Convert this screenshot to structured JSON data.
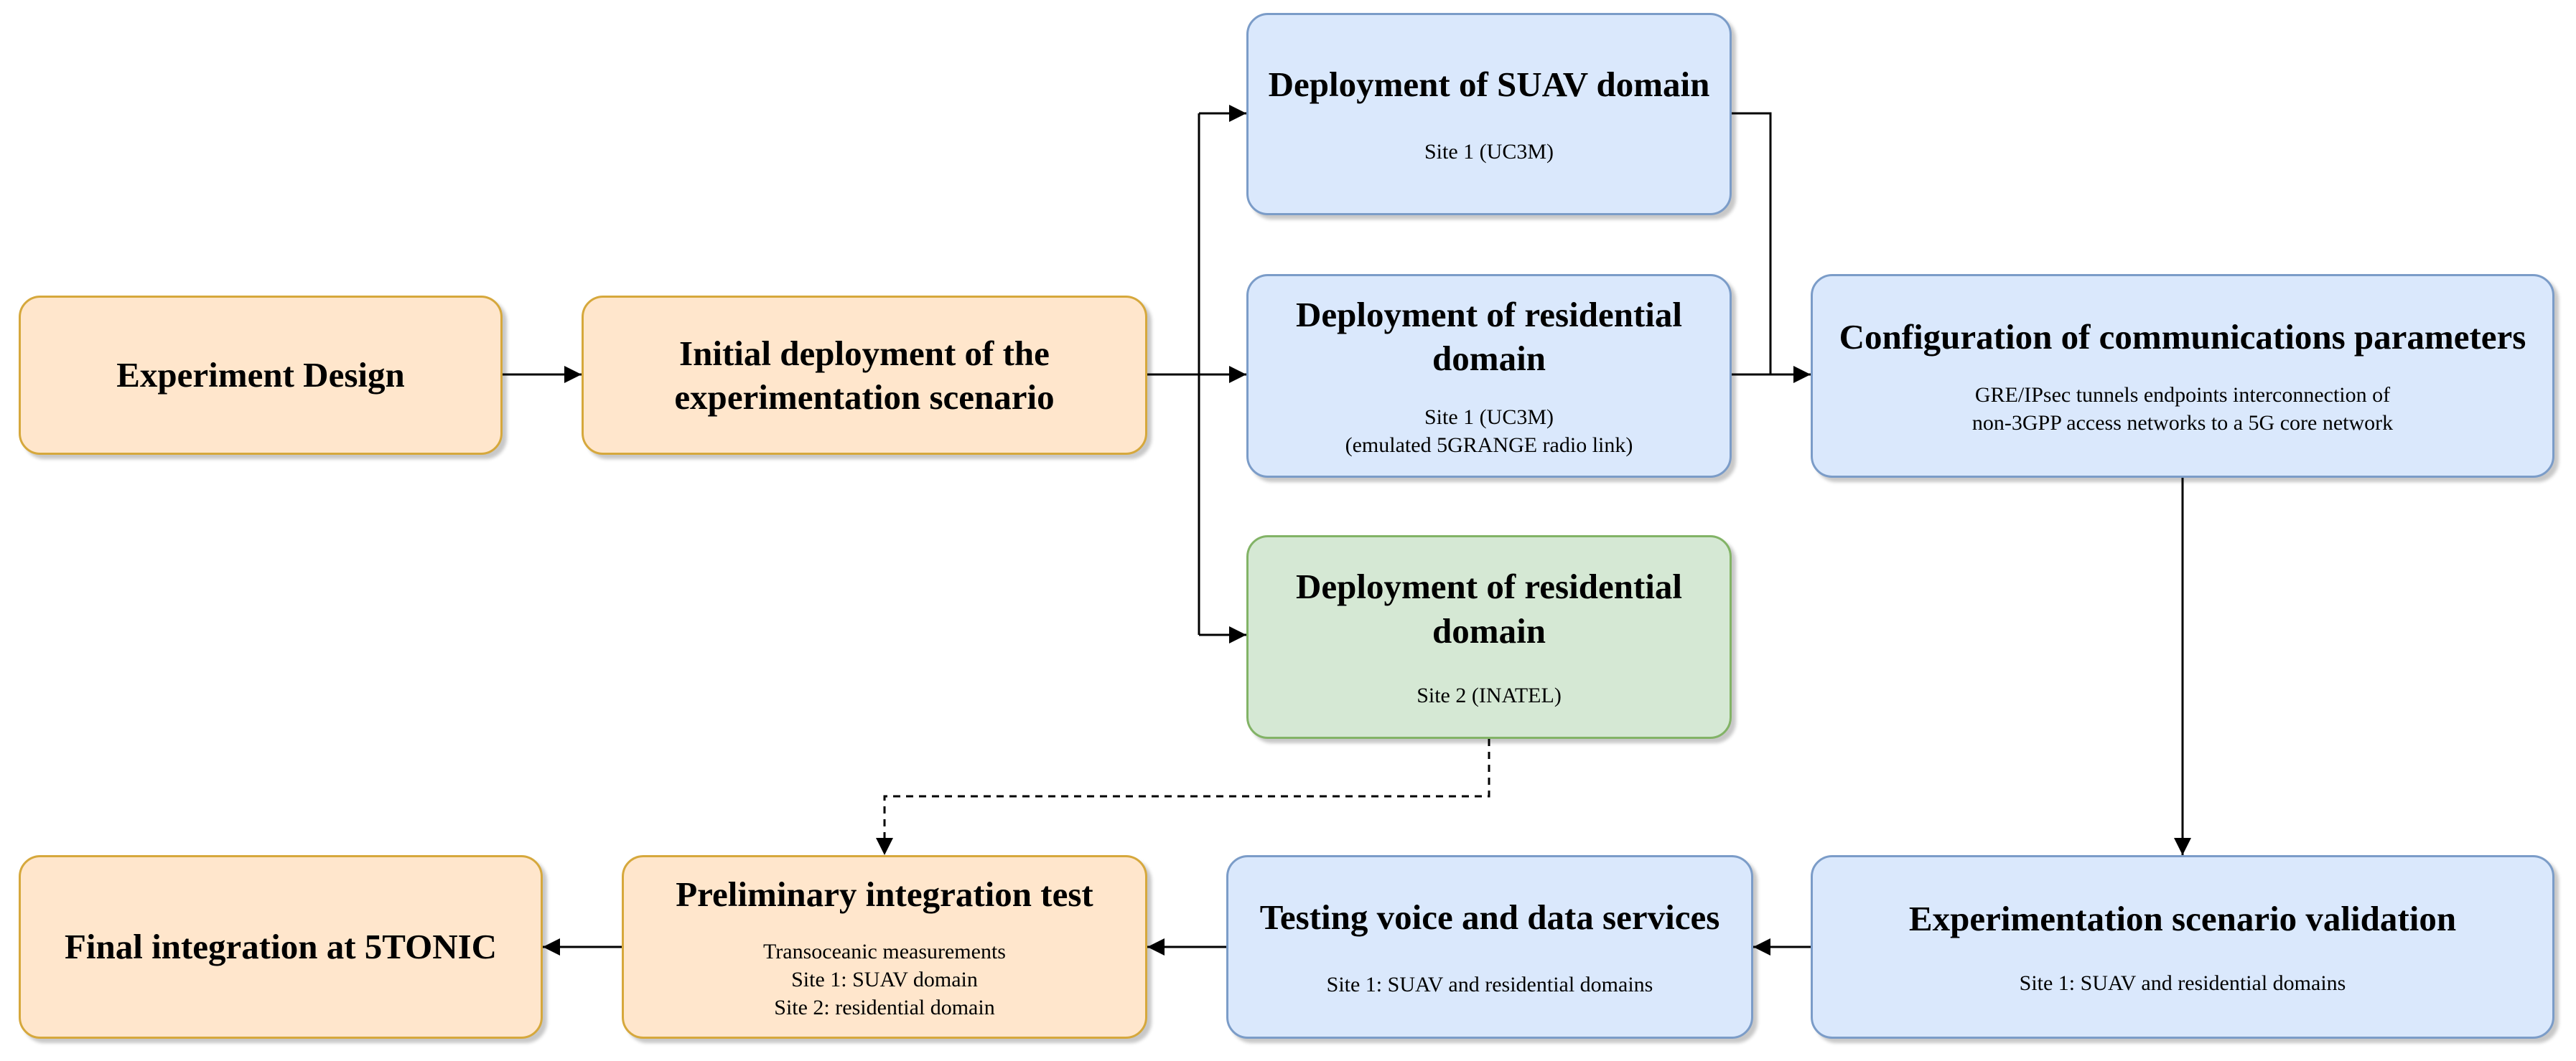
{
  "boxes": {
    "experiment_design": {
      "title": "Experiment Design"
    },
    "initial_deployment": {
      "title_lines": [
        "Initial deployment of the",
        "experimentation scenario"
      ]
    },
    "suav_domain": {
      "title": "Deployment of SUAV domain",
      "sub_lines": [
        "Site 1 (UC3M)"
      ]
    },
    "residential_site1": {
      "title_lines": [
        "Deployment of residential",
        "domain"
      ],
      "sub_lines": [
        "Site 1 (UC3M)",
        "(emulated 5GRANGE radio link)"
      ]
    },
    "residential_site2": {
      "title_lines": [
        "Deployment of residential",
        "domain"
      ],
      "sub_lines": [
        "Site 2 (INATEL)"
      ]
    },
    "config_comm": {
      "title": "Configuration of communications parameters",
      "sub_lines": [
        "GRE/IPsec tunnels endpoints interconnection of",
        "non-3GPP access networks to a 5G core network"
      ]
    },
    "scenario_validation": {
      "title": "Experimentation scenario validation",
      "sub_lines": [
        "Site 1: SUAV and residential domains"
      ]
    },
    "testing_services": {
      "title": "Testing voice and data services",
      "sub_lines": [
        "Site 1: SUAV and residential domains"
      ]
    },
    "preliminary_test": {
      "title": "Preliminary integration test",
      "sub_lines": [
        "Transoceanic measurements",
        "Site 1: SUAV domain",
        "Site 2: residential domain"
      ]
    },
    "final_integration": {
      "title": "Final integration at 5TONIC"
    }
  },
  "colors": {
    "orange_fill": "#ffe6cc",
    "orange_border": "#d6a83c",
    "blue_fill": "#dae8fc",
    "blue_border": "#7b9cc8",
    "green_fill": "#d5e8d4",
    "green_border": "#82b366",
    "edge": "#000000"
  }
}
